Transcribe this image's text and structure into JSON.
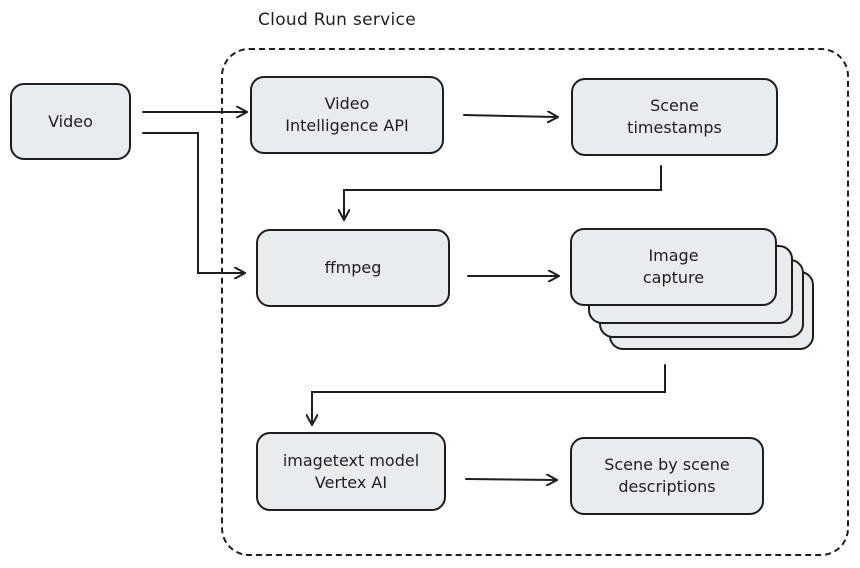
{
  "container": {
    "label": "Cloud Run service"
  },
  "nodes": {
    "video": "Video",
    "video_intelligence": "Video\nIntelligence API",
    "scene_timestamps": "Scene\ntimestamps",
    "ffmpeg": "ffmpeg",
    "image_capture": "Image\ncapture",
    "imagetext_model": "imagetext model\nVertex AI",
    "scene_descriptions": "Scene by scene\ndescriptions"
  },
  "colors": {
    "box_fill": "#e9ecef",
    "stroke": "#1e1e1e"
  }
}
